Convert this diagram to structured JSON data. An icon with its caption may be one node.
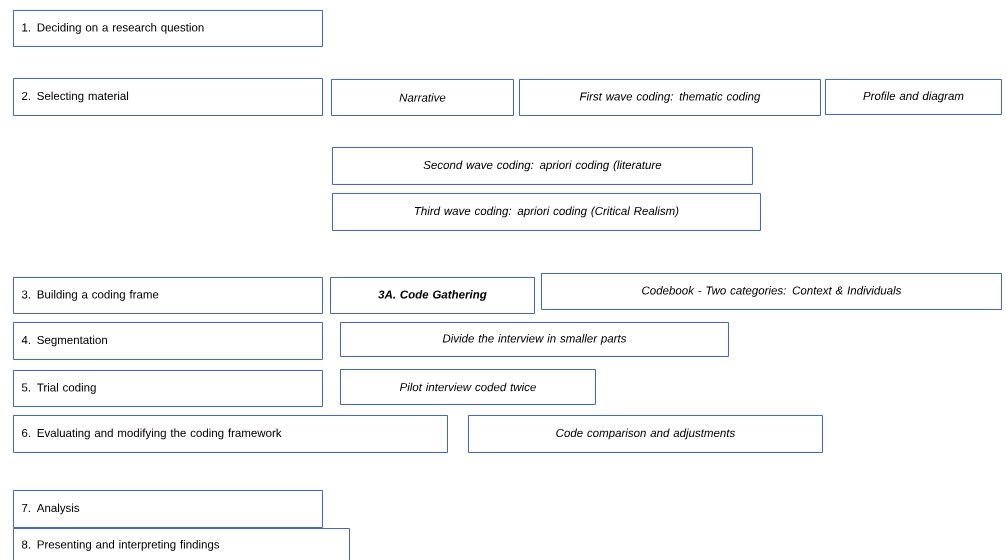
{
  "diagram": {
    "nodes": [
      {
        "text": [
          "1. Deciding on a research question"
        ]
      },
      {
        "text": [
          "2. Selecting material"
        ]
      },
      {
        "text": [
          "Narrative"
        ]
      },
      {
        "text": [
          "First wave coding: thematic coding"
        ]
      },
      {
        "text": [
          "Profile and diagram"
        ]
      },
      {
        "text": [
          "Second wave coding: apriori coding (literature"
        ]
      },
      {
        "text": [
          "Third wave coding: apriori coding (Critical Realism)"
        ]
      },
      {
        "text": [
          "3. Building a coding frame"
        ]
      },
      {
        "text": [
          "3A. Code Gathering"
        ]
      },
      {
        "text": [
          "Codebook - Two categories: Context & Individuals"
        ]
      },
      {
        "text": [
          "4. Segmentation"
        ]
      },
      {
        "text": [
          "Divide the interview in smaller parts"
        ]
      },
      {
        "text": [
          "5. Trial coding"
        ]
      },
      {
        "text": [
          "Pilot interview coded twice"
        ]
      },
      {
        "text": [
          "6. Evaluating and modifying the coding framework"
        ]
      },
      {
        "text": [
          "Code comparison and adjustments"
        ]
      },
      {
        "text": [
          "7. Analysis"
        ]
      },
      {
        "text": [
          "8. Presenting and interpreting findings"
        ]
      }
    ]
  }
}
